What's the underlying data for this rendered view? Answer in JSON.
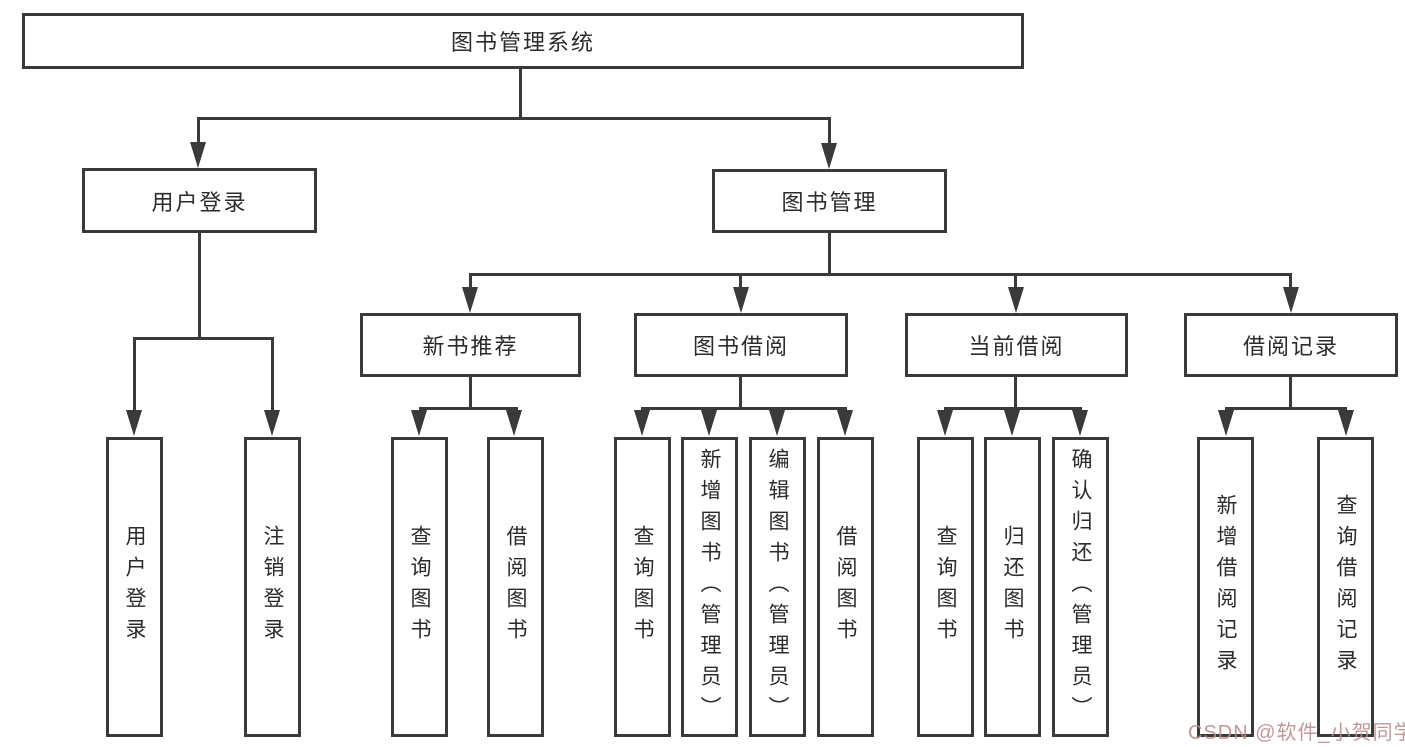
{
  "colors": {
    "line": "#3a3a3a",
    "text": "#2b2b2b",
    "background": "#ffffff",
    "watermark": "#ba8d8d"
  },
  "watermark": {
    "text": "CSDN @软件_小贺同学"
  },
  "tree": {
    "label": "图书管理系统",
    "children": [
      {
        "label": "用户登录",
        "children": [
          {
            "label": "用户登录"
          },
          {
            "label": "注销登录"
          }
        ]
      },
      {
        "label": "图书管理",
        "children": [
          {
            "label": "新书推荐",
            "children": [
              {
                "label": "查询图书"
              },
              {
                "label": "借阅图书"
              }
            ]
          },
          {
            "label": "图书借阅",
            "children": [
              {
                "label": "查询图书"
              },
              {
                "label": "新增图书（管理员）"
              },
              {
                "label": "编辑图书（管理员）"
              },
              {
                "label": "借阅图书"
              }
            ]
          },
          {
            "label": "当前借阅",
            "children": [
              {
                "label": "查询图书"
              },
              {
                "label": "归还图书"
              },
              {
                "label": "确认归还（管理员）"
              }
            ]
          },
          {
            "label": "借阅记录",
            "children": [
              {
                "label": "新增借阅记录"
              },
              {
                "label": "查询借阅记录"
              }
            ]
          }
        ]
      }
    ]
  }
}
